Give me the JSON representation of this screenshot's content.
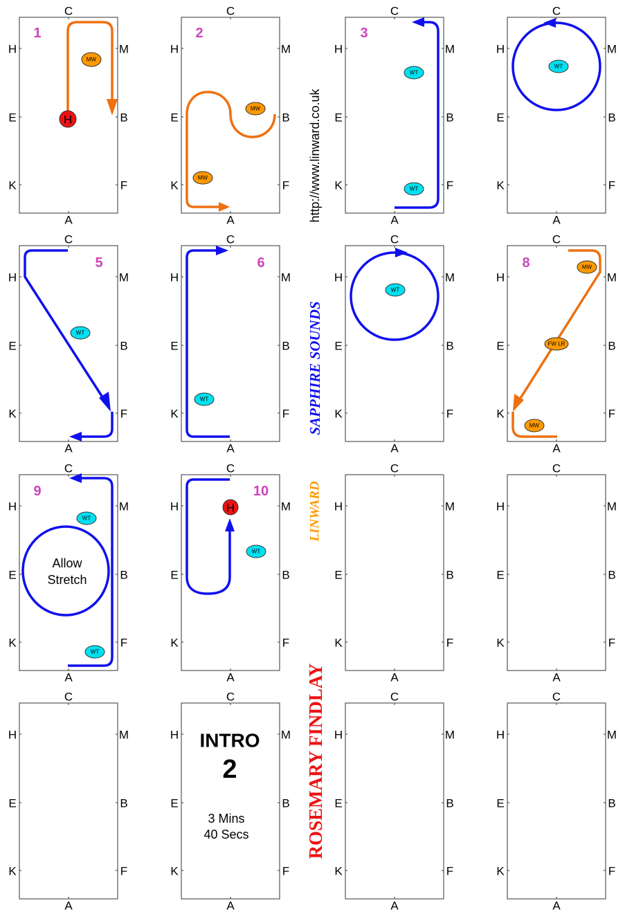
{
  "letters": {
    "top": "C",
    "bottom": "A",
    "left": [
      "H",
      "E",
      "K"
    ],
    "right": [
      "M",
      "B",
      "F"
    ]
  },
  "colors": {
    "orange": "#ee7010",
    "blue": "#1010ee",
    "number": "#cc44bb",
    "wt": "#00e0f0",
    "mw": "#ff9900",
    "halt": "#ee1111"
  },
  "arenas": [
    {
      "number": "1",
      "tags": [
        "MW"
      ],
      "halt": "H"
    },
    {
      "number": "2",
      "tags": [
        "MW",
        "MW"
      ]
    },
    {
      "number": "3",
      "tags": [
        "WT",
        "WT"
      ]
    },
    {
      "number": "",
      "tags": [
        "WT"
      ]
    },
    {
      "number": "5",
      "tags": [
        "WT"
      ]
    },
    {
      "number": "6",
      "tags": [
        "WT"
      ]
    },
    {
      "number": "",
      "tags": [
        "WT"
      ]
    },
    {
      "number": "8",
      "tags": [
        "MW",
        "FW LR",
        "MW"
      ]
    },
    {
      "number": "9",
      "tags": [
        "WT",
        "WT"
      ],
      "note": [
        "Allow",
        "Stretch"
      ]
    },
    {
      "number": "10",
      "tags": [
        "WT"
      ],
      "halt": "H"
    },
    {},
    {},
    {},
    {
      "title": "INTRO",
      "test_number": "2",
      "duration": [
        "3 Mins",
        "40 Secs"
      ]
    },
    {},
    {}
  ],
  "side_text": {
    "url": "http://www.linward.co.uk",
    "sponsor": "SAPPHIRE SOUNDS",
    "brand": "LINWARD",
    "author": "ROSEMARY FINDLAY"
  }
}
